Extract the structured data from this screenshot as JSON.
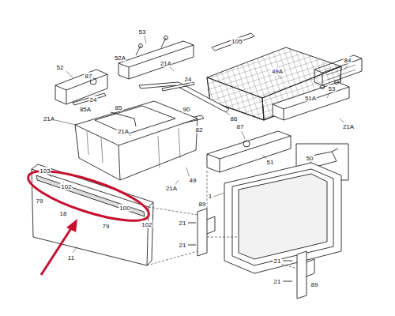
{
  "diagram": {
    "labels": [
      "53",
      "105",
      "52A",
      "21A",
      "52",
      "87",
      "84",
      "49A",
      "53",
      "51A",
      "21A",
      "24",
      "24",
      "86",
      "85A",
      "85",
      "90",
      "21A",
      "82",
      "21A",
      "87",
      "50",
      "51",
      "21A",
      "49",
      "103",
      "102",
      "79",
      "18",
      "100",
      "79",
      "102",
      "1",
      "89",
      "21",
      "21",
      "11",
      "21",
      "21",
      "89"
    ]
  }
}
